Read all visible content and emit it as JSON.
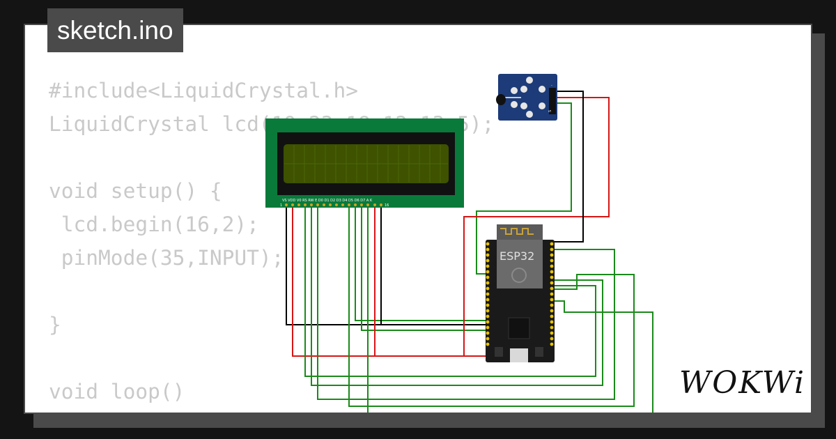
{
  "file_tab": {
    "label": "sketch.ino"
  },
  "code_lines": [
    "#include<LiquidCrystal.h>",
    "LiquidCrystal lcd(19,23,18,12,13,5);",
    "",
    "void setup() {",
    " lcd.begin(16,2);",
    " pinMode(35,INPUT);",
    "",
    "}",
    "",
    "void loop()",
    "{"
  ],
  "diagram": {
    "lcd": {
      "pin_labels": "VS VDD V0 RS RW E  D0 D1 D2 D3 D4 D5 D6 D7 A   K",
      "pin_first": "1",
      "pin_last": "16",
      "screen_color": "#3e5200"
    },
    "esp32": {
      "label": "ESP32"
    },
    "sensor": {
      "pin_signal": "S",
      "pin_minus": "-"
    }
  },
  "brand": {
    "name": "WOKWi"
  },
  "colors": {
    "wire_green": "#1a8a1a",
    "wire_red": "#d61515",
    "wire_black": "#000000",
    "lcd_board": "#0a7a3a",
    "sensor_board": "#1c3b78"
  }
}
